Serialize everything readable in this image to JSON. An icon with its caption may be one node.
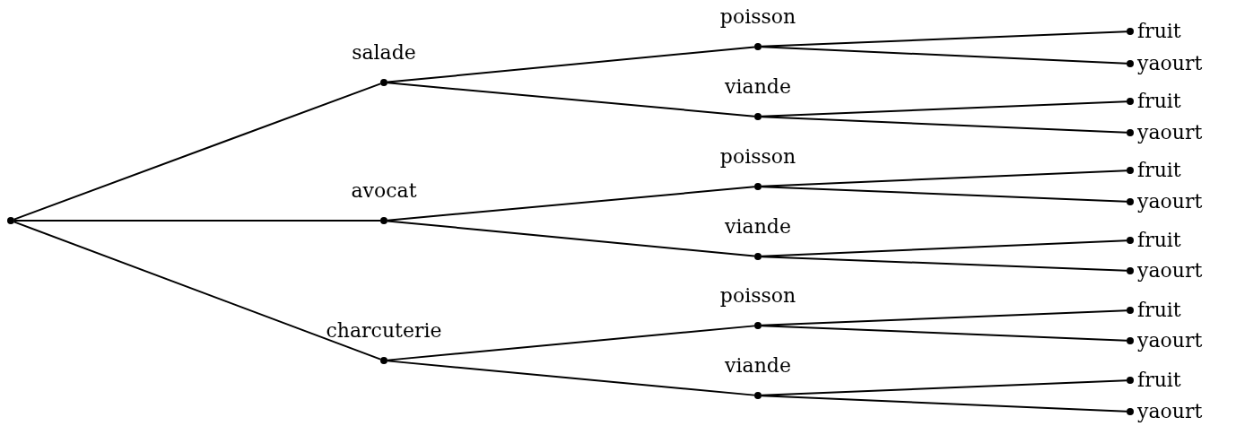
{
  "diagram": {
    "nodes": [
      {
        "text": [],
        "shape": "circle"
      },
      {
        "text": [
          "salade"
        ]
      },
      {
        "text": [
          "poisson"
        ]
      },
      {
        "text": [
          "fruit"
        ]
      },
      {
        "text": [
          "yaourt"
        ]
      },
      {
        "text": [
          "viande"
        ]
      },
      {
        "text": [
          "fruit"
        ]
      },
      {
        "text": [
          "yaourt"
        ]
      },
      {
        "text": [
          "avocat"
        ]
      },
      {
        "text": [
          "poisson"
        ]
      },
      {
        "text": [
          "fruit"
        ]
      },
      {
        "text": [
          "yaourt"
        ]
      },
      {
        "text": [
          "viande"
        ]
      },
      {
        "text": [
          "fruit"
        ]
      },
      {
        "text": [
          "yaourt"
        ]
      },
      {
        "text": [
          "charcuterie"
        ]
      },
      {
        "text": [
          "poisson"
        ]
      },
      {
        "text": [
          "fruit"
        ]
      },
      {
        "text": [
          "yaourt"
        ]
      },
      {
        "text": [
          "viande"
        ]
      },
      {
        "text": [
          "fruit"
        ]
      },
      {
        "text": [
          "yaourt"
        ]
      }
    ],
    "edges": [
      {
        "from": 0,
        "to": 1,
        "arrow": "none"
      },
      {
        "from": 1,
        "to": 2,
        "arrow": "none"
      },
      {
        "from": 2,
        "to": 3,
        "arrow": "none"
      },
      {
        "from": 2,
        "to": 4,
        "arrow": "none"
      },
      {
        "from": 1,
        "to": 5,
        "arrow": "none"
      },
      {
        "from": 5,
        "to": 6,
        "arrow": "none"
      },
      {
        "from": 5,
        "to": 7,
        "arrow": "none"
      },
      {
        "from": 0,
        "to": 8,
        "arrow": "none"
      },
      {
        "from": 8,
        "to": 9,
        "arrow": "none"
      },
      {
        "from": 9,
        "to": 10,
        "arrow": "none"
      },
      {
        "from": 9,
        "to": 11,
        "arrow": "none"
      },
      {
        "from": 8,
        "to": 12,
        "arrow": "none"
      },
      {
        "from": 12,
        "to": 13,
        "arrow": "none"
      },
      {
        "from": 12,
        "to": 14,
        "arrow": "none"
      },
      {
        "from": 0,
        "to": 15,
        "arrow": "none"
      },
      {
        "from": 15,
        "to": 16,
        "arrow": "none"
      },
      {
        "from": 16,
        "to": 17,
        "arrow": "none"
      },
      {
        "from": 16,
        "to": 18,
        "arrow": "none"
      },
      {
        "from": 15,
        "to": 19,
        "arrow": "none"
      },
      {
        "from": 19,
        "to": 20,
        "arrow": "none"
      },
      {
        "from": 19,
        "to": 21,
        "arrow": "none"
      }
    ]
  }
}
